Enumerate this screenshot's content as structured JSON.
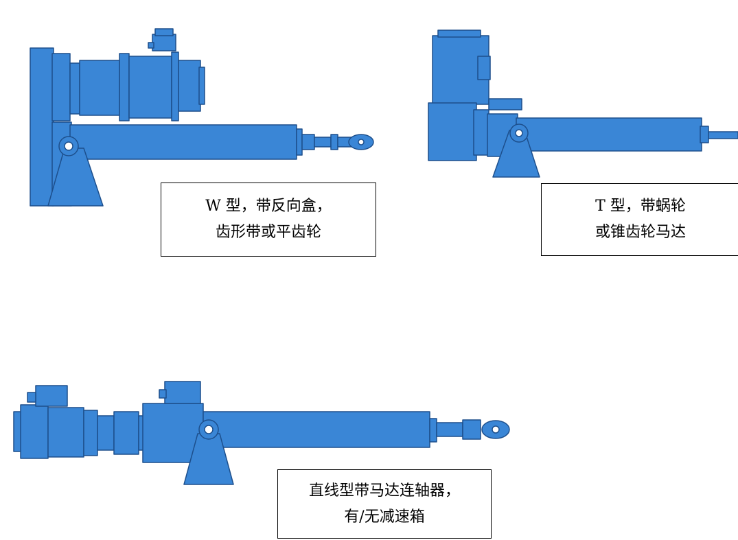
{
  "figure": {
    "body_color": "#3a86d6",
    "outline_color": "#1d4f8c",
    "captions": {
      "w_type": {
        "line1": "W 型，带反向盒，",
        "line2": "齿形带或平齿轮"
      },
      "t_type": {
        "line1": "T 型，带蜗轮",
        "line2": "或锥齿轮马达"
      },
      "straight_type": {
        "line1": "直线型带马达连轴器，",
        "line2": "有/无减速箱"
      }
    }
  }
}
